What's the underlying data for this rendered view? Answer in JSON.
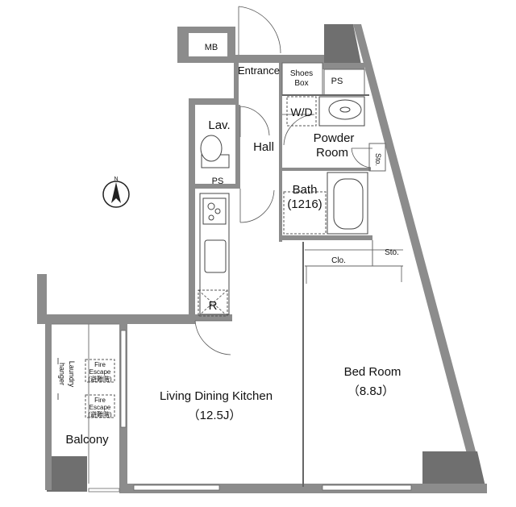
{
  "rooms": {
    "mb": "MB",
    "entrance": "Entrance",
    "shoes_box_line1": "Shoes",
    "shoes_box_line2": "Box",
    "ps_top": "PS",
    "wd": "W/D",
    "lav": "Lav.",
    "hall": "Hall",
    "powder_line1": "Powder",
    "powder_line2": "Room",
    "sto_upper": "Sto.",
    "ps_lav": "PS",
    "bath_line1": "Bath",
    "bath_line2": "(1216)",
    "clo": "Clo.",
    "sto_lower": "Sto.",
    "fridge": "R",
    "ldk_line1": "Living Dining Kitchen",
    "ldk_line2": "（12.5J）",
    "bed_line1": "Bed Room",
    "bed_line2": "（8.8J）",
    "balcony": "Balcony",
    "laundry_line1": "Laundry",
    "laundry_line2": "hanger",
    "fire_escape_1a": "Fire",
    "fire_escape_1b": "Escape",
    "fire_escape_1c": "(避難階)",
    "fire_escape_2a": "Fire",
    "fire_escape_2b": "Escape",
    "fire_escape_2c": "(避難階)",
    "north": "N"
  }
}
